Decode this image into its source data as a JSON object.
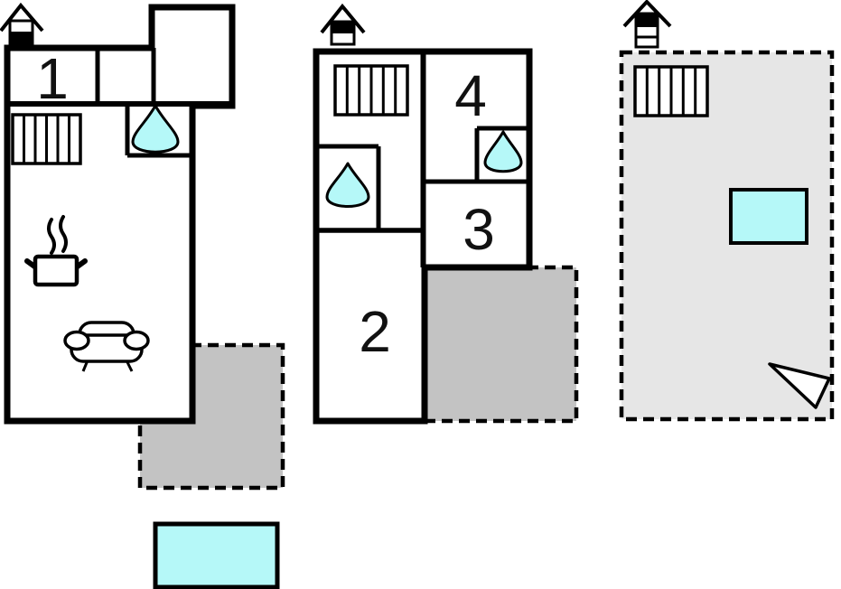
{
  "diagram": {
    "type": "property-floorplan",
    "floors": [
      {
        "name": "ground-floor",
        "level_indicator": "house-icon-lower-level-filled",
        "room_labels": [
          "1"
        ],
        "features": [
          "staircase",
          "shower",
          "stove",
          "sofa",
          "terrace"
        ]
      },
      {
        "name": "first-floor",
        "level_indicator": "house-icon-upper-level-filled",
        "room_labels": [
          "2",
          "3",
          "4"
        ],
        "features": [
          "staircase",
          "shower",
          "shower",
          "terrace"
        ]
      },
      {
        "name": "roof-terrace",
        "level_indicator": "house-icon-top-level-filled",
        "room_labels": [],
        "features": [
          "staircase",
          "pool",
          "direction-arrow"
        ]
      }
    ],
    "labels": {
      "room1": "1",
      "room2": "2",
      "room3": "3",
      "room4": "4"
    },
    "legend": {
      "pool_swatch": "pool-water"
    },
    "colors": {
      "wall": "#000000",
      "floor_white": "#ffffff",
      "terrace_gray": "#c3c3c3",
      "roof_terrace_gray": "#e6e6e6",
      "water_cyan": "#b5f8f8",
      "steam_gray": "#999999"
    }
  }
}
